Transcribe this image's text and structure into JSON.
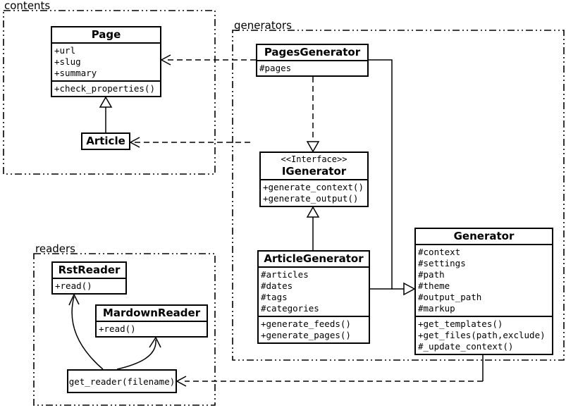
{
  "packages": {
    "contents": "contents",
    "generators": "generators",
    "readers": "readers"
  },
  "classes": {
    "page": {
      "name": "Page",
      "attrs": [
        "+url",
        "+slug",
        "+summary"
      ],
      "methods": [
        "+check_properties()"
      ]
    },
    "article": {
      "name": "Article"
    },
    "pages_generator": {
      "name": "PagesGenerator",
      "attrs": [
        "#pages"
      ]
    },
    "igenerator": {
      "stereotype": "<<Interface>>",
      "name": "IGenerator",
      "methods": [
        "+generate_context()",
        "+generate_output()"
      ]
    },
    "article_generator": {
      "name": "ArticleGenerator",
      "attrs": [
        "#articles",
        "#dates",
        "#tags",
        "#categories"
      ],
      "methods": [
        "+generate_feeds()",
        "+generate_pages()"
      ]
    },
    "generator": {
      "name": "Generator",
      "attrs": [
        "#context",
        "#settings",
        "#path",
        "#theme",
        "#output_path",
        "#markup"
      ],
      "methods": [
        "+get_templates()",
        "+get_files(path,exclude)",
        "#_update_context()"
      ]
    },
    "rst_reader": {
      "name": "RstReader",
      "methods": [
        "+read()"
      ]
    },
    "markdown_reader": {
      "name": "MardownReader",
      "methods": [
        "+read()"
      ]
    },
    "get_reader": {
      "name": "get_reader(filename)"
    }
  },
  "relations": [
    {
      "type": "inheritance",
      "from": "Article",
      "to": "Page"
    },
    {
      "type": "dependency",
      "from": "PagesGenerator",
      "to": "Page"
    },
    {
      "type": "dependency",
      "from": "generators",
      "to": "Article"
    },
    {
      "type": "realization",
      "from": "PagesGenerator",
      "to": "IGenerator"
    },
    {
      "type": "inheritance",
      "from": "ArticleGenerator",
      "to": "IGenerator"
    },
    {
      "type": "inheritance",
      "from": "PagesGenerator,ArticleGenerator",
      "to": "Generator"
    },
    {
      "type": "dependency",
      "from": "Generator",
      "to": "get_reader(filename)"
    },
    {
      "type": "call",
      "from": "get_reader(filename)",
      "to": "RstReader"
    },
    {
      "type": "call",
      "from": "get_reader(filename)",
      "to": "MardownReader"
    }
  ]
}
